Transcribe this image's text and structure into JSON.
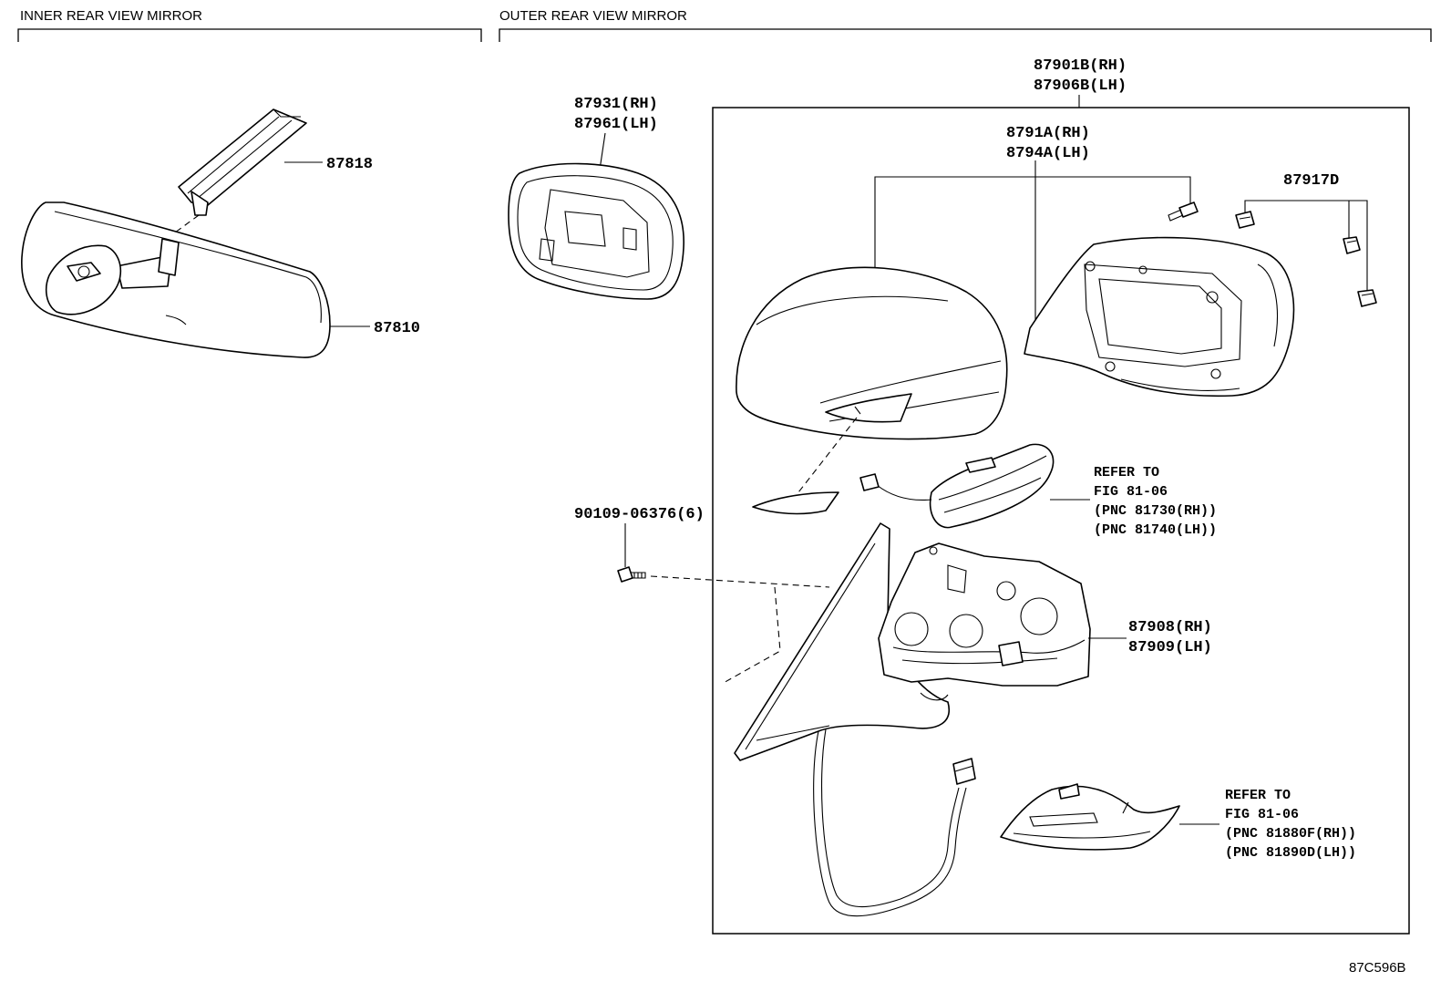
{
  "sections": {
    "inner": "INNER REAR VIEW MIRROR",
    "outer": "OUTER REAR VIEW MIRROR"
  },
  "parts": {
    "p87818": "87818",
    "p87810": "87810",
    "p87931": "87931(RH)",
    "p87961": "87961(LH)",
    "p87901b": "87901B(RH)",
    "p87906b": "87906B(LH)",
    "p8791a": "8791A(RH)",
    "p8794a": "8794A(LH)",
    "p87917d": "87917D",
    "p90109": "90109-06376(6)",
    "p87908": "87908(RH)",
    "p87909": "87909(LH)"
  },
  "refers": {
    "turn_signal": {
      "l1": "REFER TO",
      "l2": "FIG 81-06",
      "l3": "(PNC 81730(RH))",
      "l4": "(PNC 81740(LH))"
    },
    "lamp": {
      "l1": "REFER TO",
      "l2": "FIG 81-06",
      "l3": "(PNC 81880F(RH))",
      "l4": "(PNC 81890D(LH))"
    }
  },
  "diagram_code": "87C596B"
}
